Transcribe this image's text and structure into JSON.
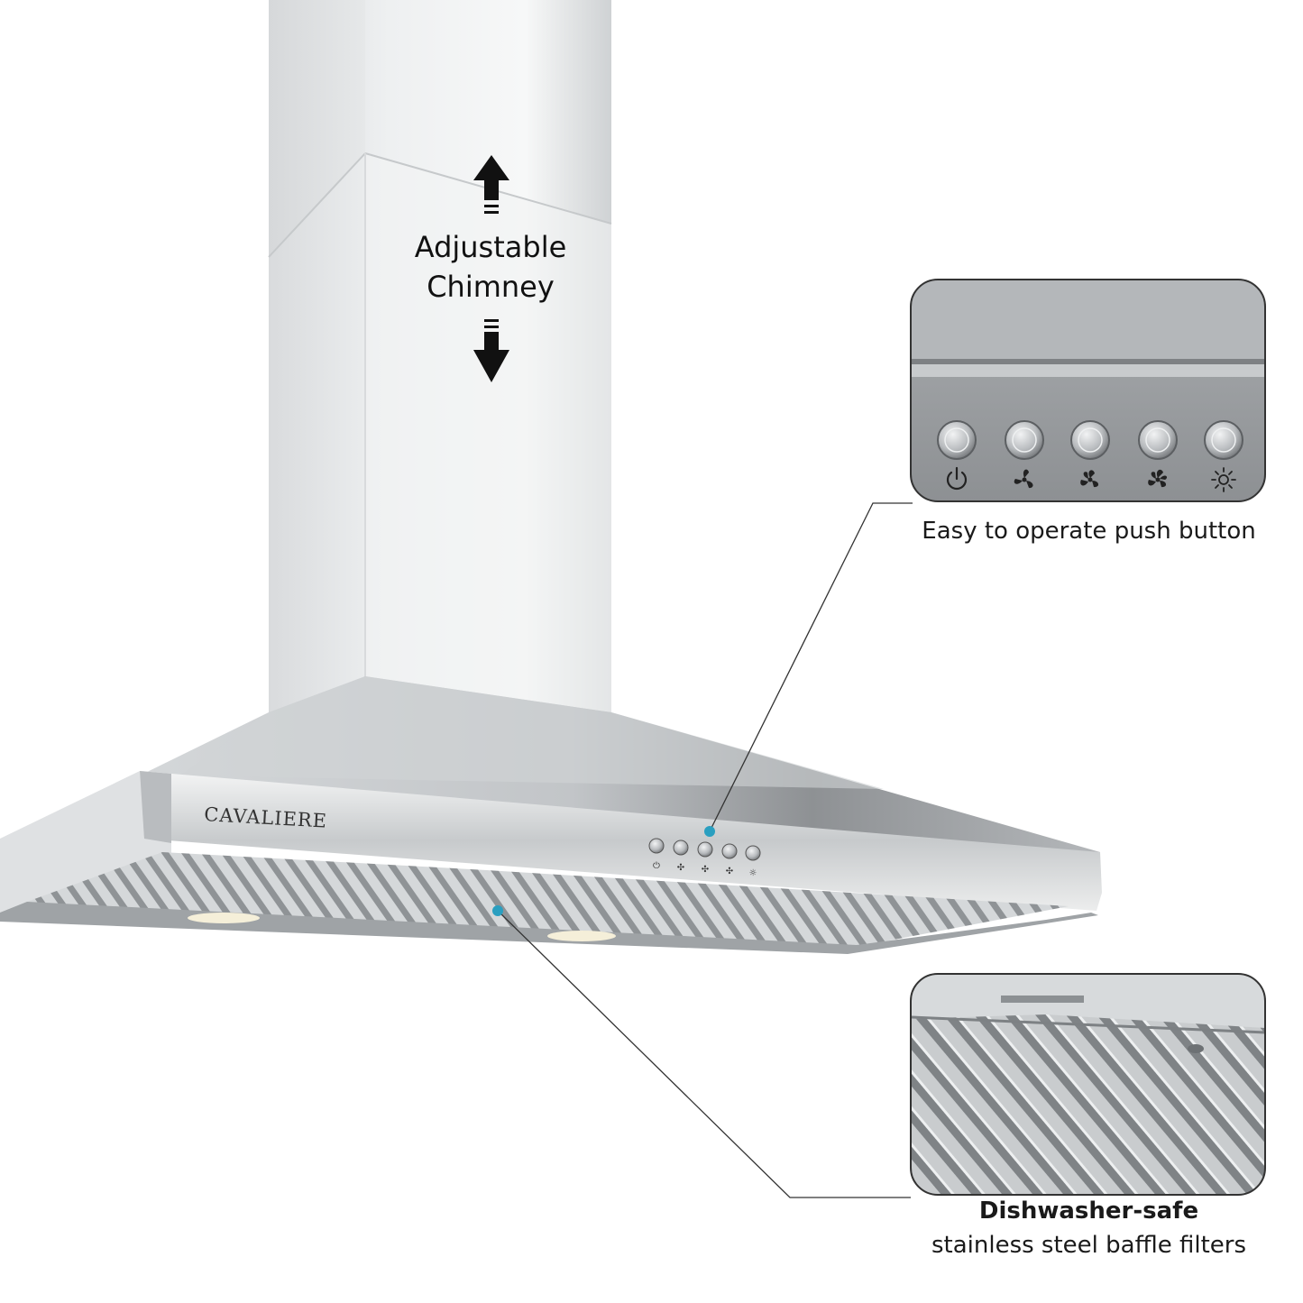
{
  "hood": {
    "brand": "CAVALIERE"
  },
  "chimney": {
    "label_line1": "Adjustable",
    "label_line2": "Chimney"
  },
  "callouts": {
    "buttons_caption": "Easy to operate push button",
    "filters_caption_bold": "Dishwasher-safe",
    "filters_caption_text": "stainless steel baffle filters"
  },
  "control_buttons": [
    {
      "icon": "power-icon"
    },
    {
      "icon": "fan-low-icon"
    },
    {
      "icon": "fan-medium-icon"
    },
    {
      "icon": "fan-high-icon"
    },
    {
      "icon": "light-icon"
    }
  ],
  "colors": {
    "accent_dot": "#2a9fc0",
    "steel": "#c9cccf",
    "panel": "#9a9da0"
  }
}
